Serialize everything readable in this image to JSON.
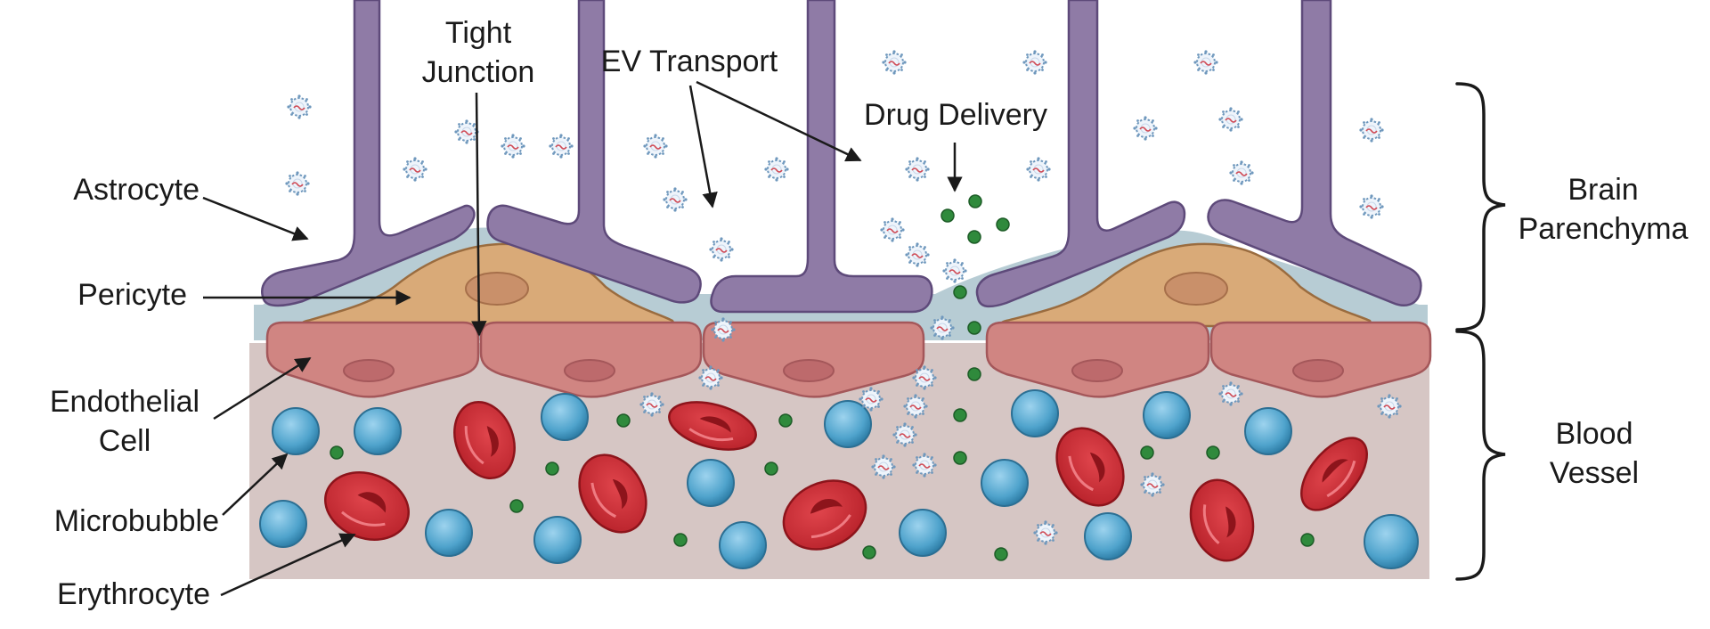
{
  "labels": {
    "tight_junction_line1": "Tight",
    "tight_junction_line2": "Junction",
    "ev_transport": "EV Transport",
    "drug_delivery": "Drug Delivery",
    "astrocyte": "Astrocyte",
    "pericyte": "Pericyte",
    "endothelial_line1": "Endothelial",
    "endothelial_line2": "Cell",
    "microbubble": "Microbubble",
    "erythrocyte": "Erythrocyte",
    "brain_line1": "Brain",
    "brain_line2": "Parenchyma",
    "vessel_line1": "Blood",
    "vessel_line2": "Vessel"
  },
  "colors": {
    "astrocyte": "#8f7ba6",
    "astrocyte_stroke": "#5e4a7a",
    "pericyte": "#d9aa78",
    "basement_membrane": "#b7ccd4",
    "endothelial": "#d08582",
    "vessel_lumen": "#d6c6c4",
    "microbubble": "#5aa9cf",
    "erythrocyte": "#c7262f",
    "drug_particle": "#2f8a3c",
    "ev_vesicle": "#6f98bd"
  },
  "icons": [
    "astrocyte-shape",
    "pericyte-shape",
    "endothelial-cell-shape",
    "microbubble-icon",
    "erythrocyte-icon",
    "drug-particle-icon",
    "ev-vesicle-icon"
  ]
}
